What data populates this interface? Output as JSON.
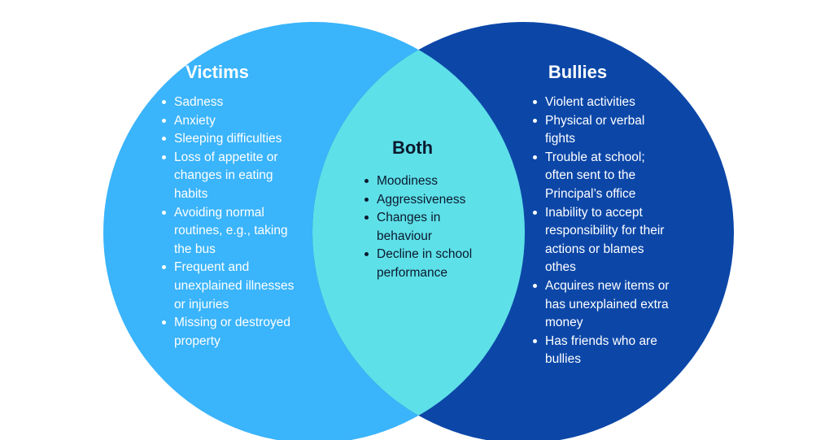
{
  "colors": {
    "victims": "#3ab4fb",
    "bullies": "#0c47a8",
    "overlap": "#5ee0e8",
    "text_light": "#ffffff",
    "text_dark": "#0b1a2e"
  },
  "victims": {
    "title": "Victims",
    "items": [
      "Sadness",
      "Anxiety",
      "Sleeping difficulties",
      "Loss of appetite or\nchanges in eating\nhabits",
      "Avoiding normal\nroutines, e.g., taking\nthe bus",
      "Frequent and\nunexplained illnesses\nor injuries",
      "Missing or destroyed\nproperty"
    ]
  },
  "both": {
    "title": "Both",
    "items": [
      "Moodiness",
      "Aggressiveness",
      "Changes in\nbehaviour",
      "Decline in school\nperformance"
    ]
  },
  "bullies": {
    "title": "Bullies",
    "items": [
      "Violent activities",
      "Physical or verbal\nfights",
      "Trouble at school;\noften sent to the\nPrincipal’s office",
      "Inability to accept\nresponsibility for their\nactions or blames\nothes",
      "Acquires new items or\nhas unexplained extra\nmoney",
      "Has friends who are\nbullies"
    ]
  }
}
